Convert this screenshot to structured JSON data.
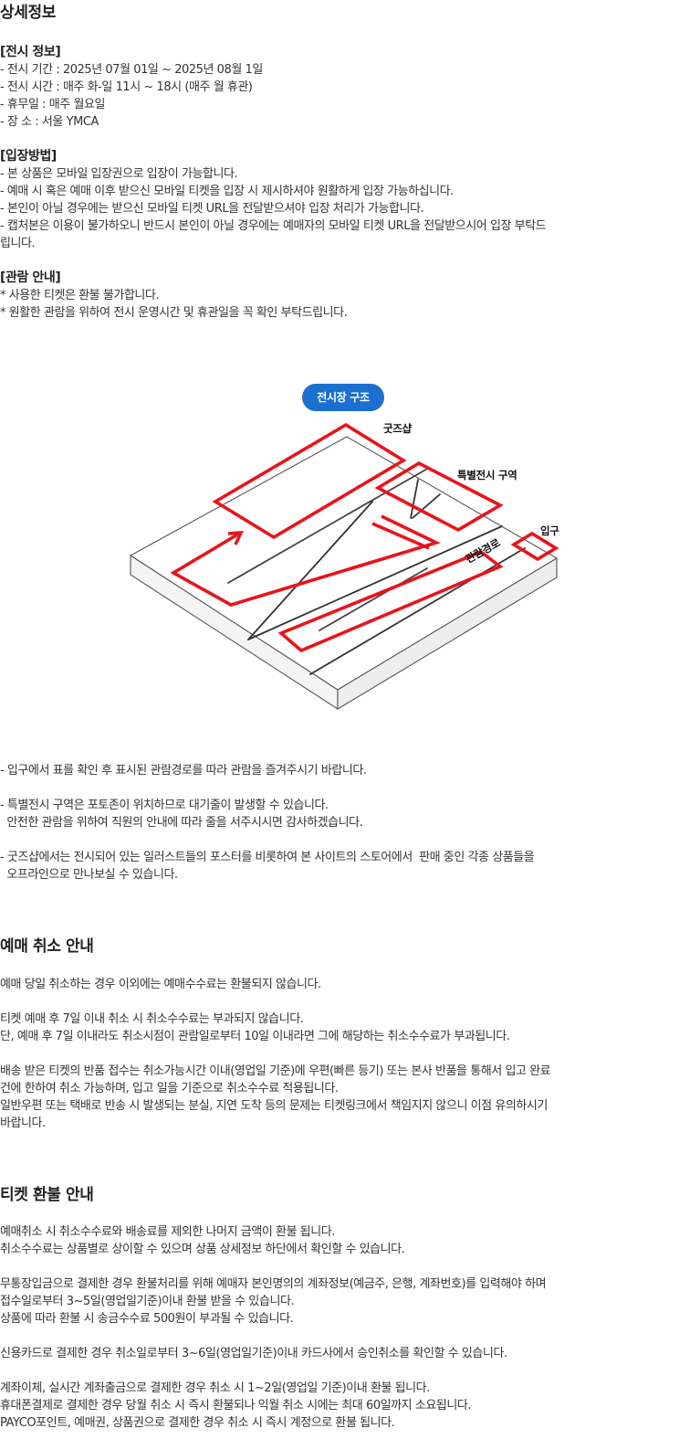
{
  "detail": {
    "title": "상세정보",
    "exhibit_info_heading": "[전시 정보]",
    "exhibit_info": [
      "- 전시 기간 : 2025년 07월 01일 ~ 2025년 08월 1일",
      "- 전시 시간 : 매주 화-일 11시 ~ 18시 (매주 월 휴관)",
      "- 휴무일 : 매주 월요일",
      "- 장  소 : 서울 YMCA"
    ],
    "entry_heading": "[입장방법]",
    "entry": [
      "- 본 상품은 모바일 입장권으로 입장이 가능합니다.",
      "- 예매 시 혹은 예매 이후 받으신 모바일 티켓을 입장 시 제시하셔야 원활하게 입장 가능하십니다.",
      "- 본인이 아닐 경우에는 받으신 모바일 티켓 URL을 전달받으셔야 입장 처리가 가능합니다.",
      "- 캡처본은 이용이 불가하오니 반드시 본인이 아닐 경우에는 예매자의 모바일 티켓 URL을 전달받으시어 입장 부탁드",
      "립니다."
    ],
    "viewing_heading": "[관람 안내]",
    "viewing": [
      "* 사용한 티켓은 환불 불가합니다.",
      "* 원활한 관람을 위하여 전시 운영시간 및 휴관일을 꼭 확인 부탁드립니다."
    ]
  },
  "map": {
    "badge": "전시장 구조",
    "label_goods": "굿즈샵",
    "label_special": "특별전시 구역",
    "label_entrance": "입구",
    "label_route": "관람경로",
    "route_color": "#e8141b",
    "badge_color": "#1b6fd1"
  },
  "notes": [
    "- 입구에서 표를 확인 후 표시된 관람경로를 따라 관람을 즐겨주시기 바랍니다.",
    "- 특별전시 구역은 포토존이 위치하므로 대기줄이 발생할 수 있습니다.",
    "  안전한 관람을 위하여 직원의 안내에 따라 줄을 서주시시면 감사하겠습니다.",
    "- 굿즈샵에서는 전시되어 있는 일러스트들의 포스터를 비롯하여 본 사이트의 스토어에서  판매 중인 각종 상품들을",
    "  오프라인으로 만나보실 수 있습니다."
  ],
  "cancel": {
    "title": "예매 취소 안내",
    "lines": [
      "예매 당일 취소하는 경우 이외에는 예매수수료는 환불되지 않습니다.",
      "티켓 예매 후 7일 이내 취소 시 취소수수료는 부과되지 않습니다.",
      "단, 예매 후 7일 이내라도 취소시점이 관람일로부터 10일 이내라면 그에 해당하는 취소수수료가 부과됩니다.",
      "배송 받은 티켓의 반품 접수는 취소가능시간 이내(영업일 기준)에 우편(빠른 등기) 또는 본사 반품을 통해서 입고 완료",
      "건에 한하여 취소 가능하며, 입고 일을 기준으로 취소수수료 적용됩니다.",
      "일반우편 또는 택배로 반송 시 발생되는 분실, 지연 도착 등의 문제는 티켓링크에서 책임지지 않으니 이점 유의하시기",
      "바랍니다."
    ]
  },
  "refund": {
    "title": "티켓 환불 안내",
    "lines": [
      "예매취소 시 취소수수료와 배송료를 제외한 나머지 금액이 환불 됩니다.",
      "취소수수료는 상품별로 상이할 수 있으며 상품 상세정보 하단에서 확인할 수 있습니다.",
      "무통장입금으로 결제한 경우 환불처리를 위해 예매자 본인명의의 계좌정보(예금주, 은행, 계좌번호)를 입력해야 하며",
      "접수일로부터 3~5일(영업일기준)이내 환불 받을 수 있습니다.",
      "상품에 따라 환불 시 송금수수료 500원이 부과될 수 있습니다.",
      "신용카드로 결제한 경우 취소일로부터 3~6일(영업일기준)이내 카드사에서 승인취소를 확인할 수 있습니다.",
      "계좌이체, 실시간 계좌출금으로 결제한 경우 취소 시 1~2일(영업일 기준)이내 환불 됩니다.",
      "휴대폰결제로 결제한 경우 당월 취소 시 즉시 환불되나 익월 취소 시에는 최대 60일까지 소요됩니다.",
      "PAYCO포인트, 예매권, 상품권으로 결제한 경우 취소 시 즉시 계정으로 환불 됩니다."
    ]
  }
}
